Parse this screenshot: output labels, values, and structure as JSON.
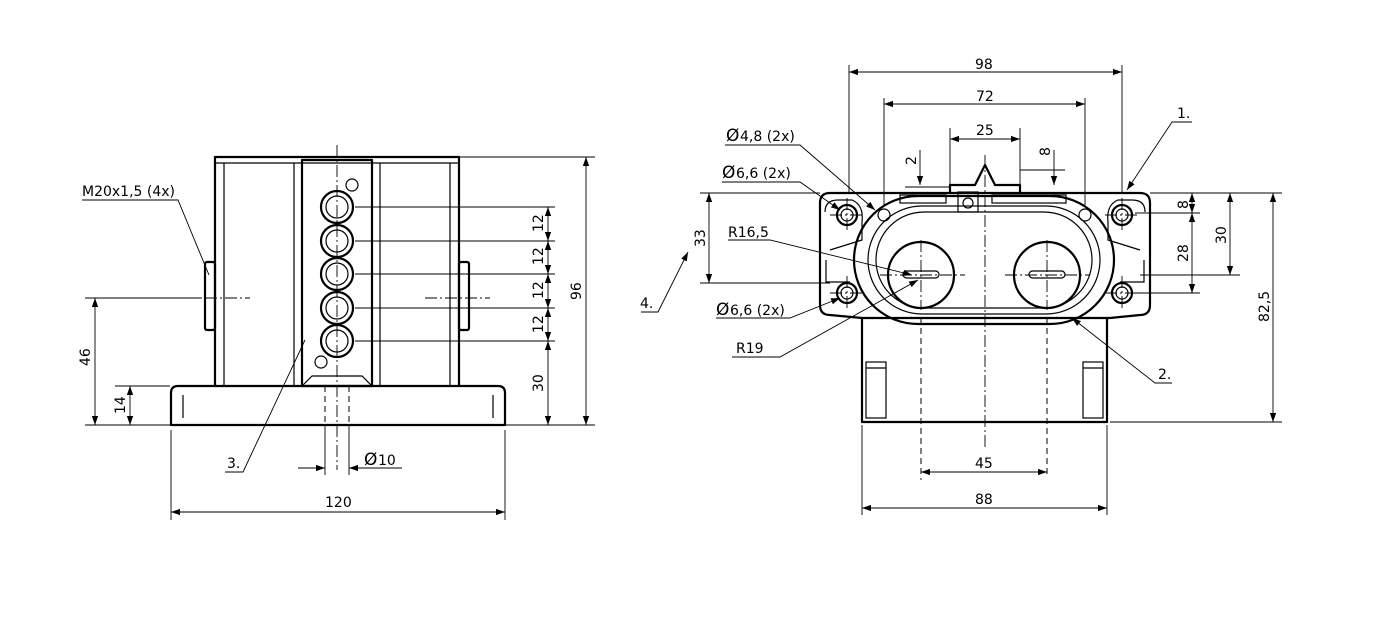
{
  "dimensions": {
    "left_view": {
      "thread": "M20x1,5 (4x)",
      "height_46": "46",
      "height_14": "14",
      "height_96": "96",
      "height_30": "30",
      "pitch_12": [
        "12",
        "12",
        "12",
        "12"
      ],
      "diameter_10": "10",
      "width_120": "120",
      "callout_3": "3."
    },
    "right_view": {
      "width_98": "98",
      "width_72": "72",
      "width_25": "25",
      "gap_2": "2",
      "gap_8_top": "8",
      "hole_d48": "4,8 (2x)",
      "hole_d66_top": "6,6 (2x)",
      "hole_d66_bottom": "6,6 (2x)",
      "radius_165": "R16,5",
      "radius_19": "R19",
      "height_33": "33",
      "height_8": "8",
      "height_28": "28",
      "height_30": "30",
      "height_825": "82,5",
      "width_45": "45",
      "width_88": "88",
      "callout_1": "1.",
      "callout_2": "2.",
      "callout_4": "4."
    },
    "diameter_symbol": "Ø"
  }
}
